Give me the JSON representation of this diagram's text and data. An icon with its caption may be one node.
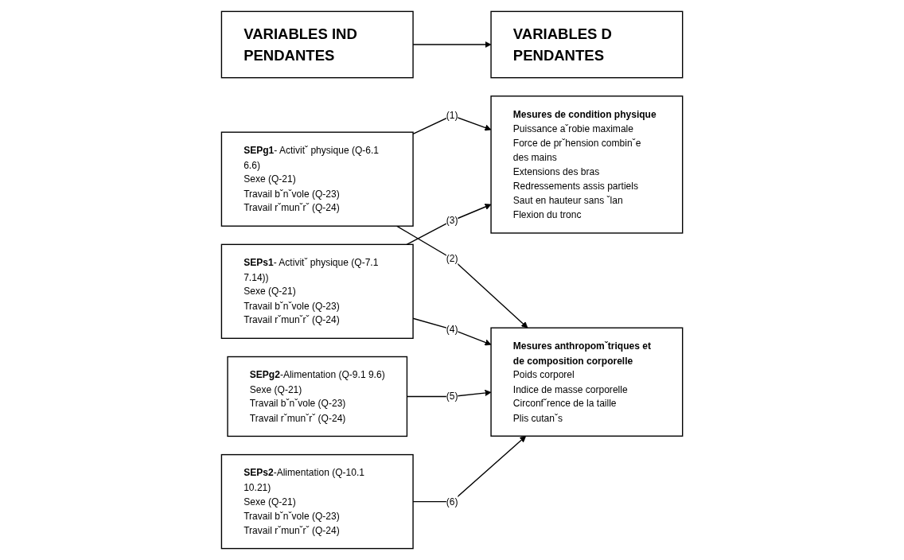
{
  "diagram": {
    "nodes": [
      {
        "text": [
          "VARIABLES IND PENDANTES"
        ]
      },
      {
        "text": [
          "VARIABLES D PENDANTES"
        ]
      },
      {
        "text": [
          "**SEPg1**- Activitˇ physique (Q-6.1 6.6)",
          "Sexe (Q-21)",
          "Travail bˇnˇvole (Q-23)",
          "Travail rˇmunˇrˇ (Q-24)"
        ]
      },
      {
        "text": [
          "**Mesures de condition physique**",
          "Puissance aˇrobie maximale",
          "Force de prˇhension combinˇe des mains",
          "Extensions des bras",
          "Redressements assis partiels",
          "Saut en hauteur sans ˇlan",
          "Flexion du tronc"
        ]
      },
      {
        "text": [
          "**SEPs1**- Activitˇ physique (Q-7.1 7.14))",
          "Sexe (Q-21)",
          "Travail bˇnˇvole (Q-23)",
          "Travail rˇmunˇrˇ (Q-24)"
        ]
      },
      {
        "text": [
          "**SEPg2**-Alimentation (Q-9.1 9.6)",
          "Sexe (Q-21)",
          "Travail bˇnˇvole (Q-23)",
          "Travail rˇmunˇrˇ (Q-24)"
        ]
      },
      {
        "text": [
          "**Mesures anthropomˇtriques et de composition corporelle**",
          "Poids corporel",
          "Indice de masse corporelle",
          "Circonfˇrence de la taille",
          "Plis cutanˇs"
        ]
      },
      {
        "text": [
          "**SEPs2**-Alimentation (Q-10.1 10.21)",
          "Sexe (Q-21)",
          "Travail bˇnˇvole (Q-23)",
          "Travail rˇmunˇrˇ (Q-24)"
        ]
      }
    ],
    "edges": [
      {
        "from": 0,
        "to": 1,
        "arrow": "to"
      },
      {
        "from": 2,
        "to": 3,
        "arrow": "to",
        "label": "(1)"
      },
      {
        "from": 2,
        "to": 6,
        "arrow": "to",
        "label": "(2)"
      },
      {
        "from": 4,
        "to": 3,
        "arrow": "to",
        "label": "(3)"
      },
      {
        "from": 4,
        "to": 6,
        "arrow": "to",
        "label": "(4)"
      },
      {
        "from": 5,
        "to": 6,
        "arrow": "to",
        "label": "(5)"
      },
      {
        "from": 7,
        "to": 6,
        "arrow": "to",
        "label": "(6)"
      }
    ]
  }
}
